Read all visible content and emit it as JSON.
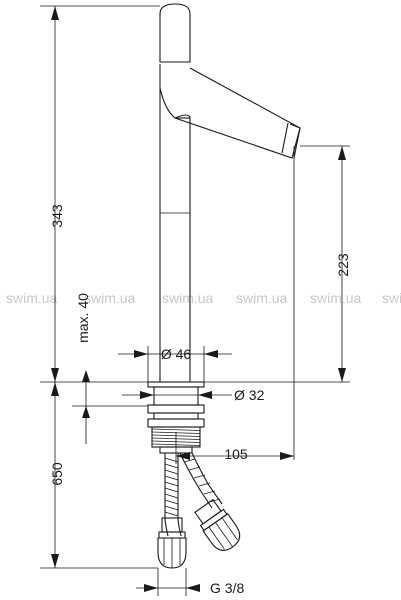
{
  "watermark": {
    "items": [
      "swim.ua",
      "swim.ua",
      "swim.ua",
      "swim.ua",
      "swim.ua",
      "swi"
    ]
  },
  "dimensions": {
    "total_height": "343",
    "spout_height": "223",
    "max_thickness": "max. 40",
    "base_diameter": "Ø 46",
    "thread_diameter": "Ø 32",
    "spout_reach": "105",
    "hose_length": "650",
    "connection": "G 3/8"
  }
}
